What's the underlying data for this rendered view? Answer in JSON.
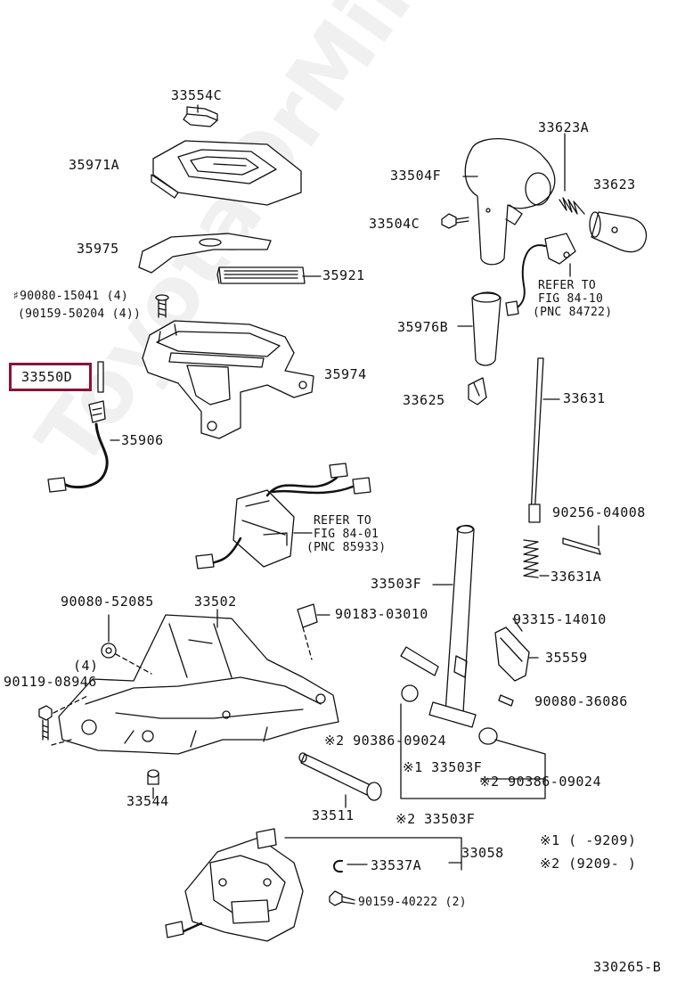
{
  "diagram": {
    "id": "330265-B",
    "watermark": "ToyotaOrMinsk.ru",
    "highlight_color": "#8b1238"
  },
  "labels": {
    "p33554C": "33554C",
    "p35971A": "35971A",
    "p35975": "35975",
    "p35921": "35921",
    "bolt_a": "♯90080-15041 (4)",
    "bolt_b": "(90159-50204 (4))",
    "p33550D": "33550D",
    "p35974": "35974",
    "p35906": "35906",
    "p33623A": "33623A",
    "p33623": "33623",
    "p33504F": "33504F",
    "p33504C": "33504C",
    "refer1_line1": "REFER TO",
    "refer1_line2": "FIG 84-10",
    "refer1_line3": "(PNC 84722)",
    "p35976B": "35976B",
    "p33625": "33625",
    "p33631": "33631",
    "refer2_line1": "REFER TO",
    "refer2_line2": "FIG 84-01",
    "refer2_line3": "(PNC 85933)",
    "p90256": "90256-04008",
    "p33631A": "33631A",
    "p33503F": "33503F",
    "p90080_52085": "90080-52085",
    "p33502": "33502",
    "p90183": "90183-03010",
    "p93315": "93315-14010",
    "qty4": "(4)",
    "p90119": "90119-08946",
    "p35559": "35559",
    "p90080_36086": "90080-36086",
    "p90386_a": "※2 90386-09024",
    "p33503F_1": "※1 33503F",
    "p90386_b": "※2 90386-09024",
    "p33544": "33544",
    "p33511": "33511",
    "p33503F_2": "※2 33503F",
    "note1": "※1 (      -9209)",
    "note2": "※2 (9209-      )",
    "p33058": "33058",
    "p33537A": "33537A",
    "p90159": "90159-40222 (2)"
  }
}
